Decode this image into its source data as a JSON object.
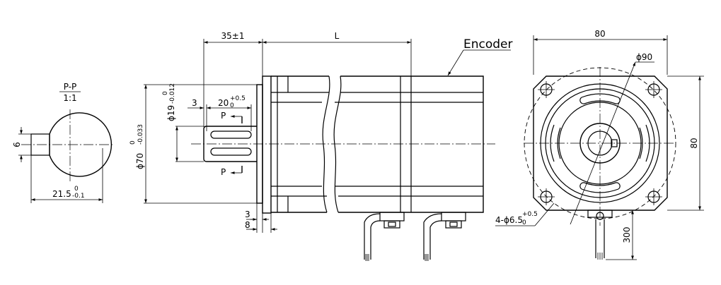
{
  "section": {
    "title": "P-P",
    "scale": "1:1",
    "key_width": "6",
    "key_depth": "21.5",
    "key_depth_tol": "0",
    "key_depth_tol_low": "-0.1"
  },
  "side_view": {
    "flange_spacing": "35±1",
    "body_length": "L",
    "shaft_dia": "ϕ19",
    "shaft_dia_tol_up": "0",
    "shaft_dia_tol_low": "-0.012",
    "key_length": "20",
    "key_length_tol_up": "+0.5",
    "key_length_tol_low": "0",
    "key_offset": "3",
    "section_marker": "P",
    "spigot_dia": "ϕ70",
    "spigot_dia_tol_up": "0",
    "spigot_dia_tol_low": "-0.033",
    "spigot_depth": "3",
    "flange_thickness": "8",
    "encoder_label": "Encoder"
  },
  "front_view": {
    "width": "80",
    "height": "80",
    "bolt_circle": "ϕ90",
    "holes": "4-ϕ6.5",
    "holes_tol_up": "+0.5",
    "holes_tol_low": "0",
    "cable_length": "300"
  }
}
